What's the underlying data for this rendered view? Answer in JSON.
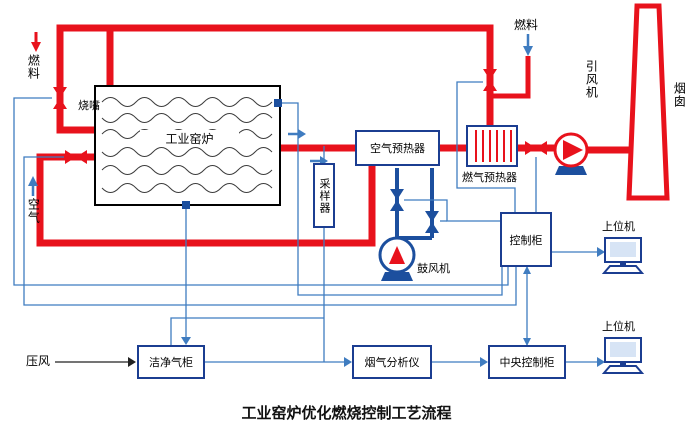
{
  "title": "工业窑炉优化燃烧控制工艺流程",
  "colors": {
    "pipe_red": "#e8121c",
    "pipe_blue": "#1c4f9e",
    "signal_blue": "#3f7cc0",
    "border_blue": "#1b3d91"
  },
  "labels": {
    "fuel_left": "燃料",
    "burner": "烧嘴",
    "air": "空气",
    "furnace": "工业窑炉",
    "sampler": "采样器",
    "air_preheater": "空气预热器",
    "gas_preheater": "燃气预热器",
    "fuel_right": "燃料",
    "induced_draft_fan": "引风机",
    "chimney": "烟囱",
    "blower": "鼓风机",
    "control_cabinet": "控制柜",
    "host_computer_upper": "上位机",
    "host_computer_lower": "上位机",
    "compressed_air": "压风",
    "clean_gas_cabinet": "洁净气柜",
    "flue_gas_analyzer": "烟气分析仪",
    "central_control_cabinet": "中央控制柜"
  }
}
